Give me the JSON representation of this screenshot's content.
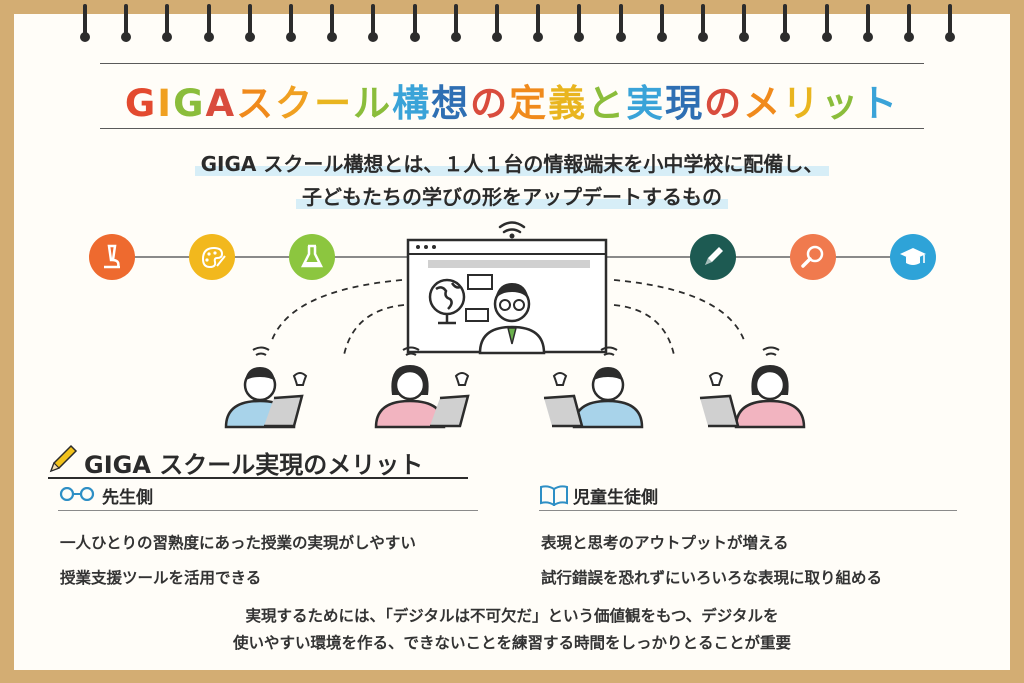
{
  "title": {
    "parts": [
      {
        "text": "G",
        "color": "#e34a2f"
      },
      {
        "text": "I",
        "color": "#f0a021"
      },
      {
        "text": "G",
        "color": "#8bbd3b"
      },
      {
        "text": "A",
        "color": "#d94c3d"
      },
      {
        "text": " ス",
        "color": "#f08a1c"
      },
      {
        "text": "ク",
        "color": "#f0a021"
      },
      {
        "text": "ー",
        "color": "#e9b51f"
      },
      {
        "text": "ル",
        "color": "#8bbd3b"
      },
      {
        "text": "構",
        "color": "#3aa3d8"
      },
      {
        "text": "想",
        "color": "#2f6fb3"
      },
      {
        "text": "の",
        "color": "#d94c3d"
      },
      {
        "text": "定",
        "color": "#f08a1c"
      },
      {
        "text": "義",
        "color": "#e9b51f"
      },
      {
        "text": "と",
        "color": "#8bbd3b"
      },
      {
        "text": "実",
        "color": "#3aa3d8"
      },
      {
        "text": "現",
        "color": "#2f6fb3"
      },
      {
        "text": "の",
        "color": "#d94c3d"
      },
      {
        "text": "メ",
        "color": "#f08a1c"
      },
      {
        "text": "リ",
        "color": "#e9b51f"
      },
      {
        "text": "ッ",
        "color": "#8bbd3b"
      },
      {
        "text": "ト",
        "color": "#3aa3d8"
      }
    ]
  },
  "lead": {
    "line1": "GIGA スクール構想とは、１人１台の情報端末を小中学校に配備し、",
    "line2": "子どもたちの学びの形をアップデートするもの"
  },
  "icons": {
    "left": [
      {
        "name": "microscope-icon",
        "color": "#ee6a2f"
      },
      {
        "name": "palette-icon",
        "color": "#f2b81d"
      },
      {
        "name": "flask-icon",
        "color": "#8cc63f"
      }
    ],
    "right": [
      {
        "name": "pencil-icon",
        "color": "#1d5a52"
      },
      {
        "name": "magnifier-icon",
        "color": "#f07a4e"
      },
      {
        "name": "graduation-cap-icon",
        "color": "#2ea3d8"
      }
    ]
  },
  "merits": {
    "heading": "GIGA スクール実現のメリット",
    "teacher": {
      "title": "先生側",
      "items": [
        "一人ひとりの習熟度にあった授業の実現がしやすい",
        "授業支援ツールを活用できる"
      ]
    },
    "student": {
      "title": "児童生徒側",
      "items": [
        "表現と思考のアウトプットが増える",
        "試行錯誤を恐れずにいろいろな表現に取り組める"
      ]
    },
    "closing": {
      "line1": "実現するためには、「デジタルは不可欠だ」という価値観をもつ、デジタルを",
      "line2": "使いやすい環境を作る、できないことを練習する時間をしっかりとることが重要"
    }
  },
  "colors": {
    "frame": "#d3ad73",
    "paper": "#fffdf8",
    "student_blue_shirt": "#a8d3ea",
    "student_pink_shirt": "#f2b4c0",
    "accent_tie": "#6ab04c"
  }
}
